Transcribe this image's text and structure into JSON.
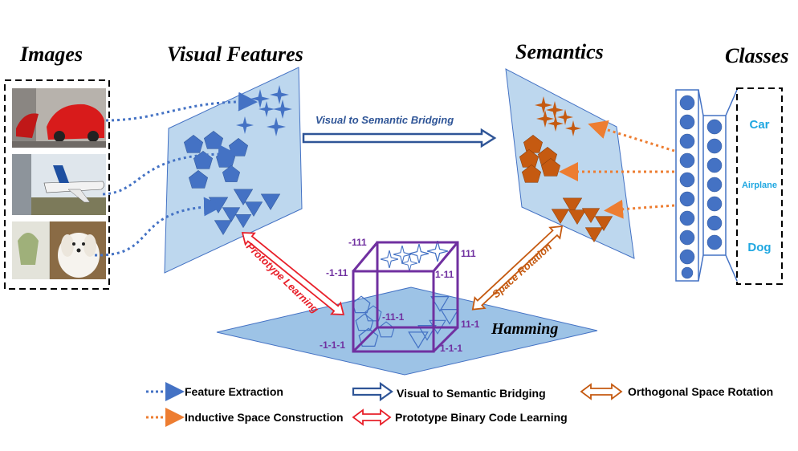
{
  "sections": {
    "images": "Images",
    "visual_features": "Visual Features",
    "semantics": "Semantics",
    "classes": "Classes",
    "hamming": "Hamming"
  },
  "class_labels": [
    "Car",
    "Airplane",
    "Dog"
  ],
  "arrows": {
    "bridge": "Visual to Semantic Bridging",
    "prototype": "Prototype Learning",
    "rotation": "Space Rotation"
  },
  "cube_codes": {
    "neg111": "-111",
    "pos111": "111",
    "neg1neg11": "-1-11",
    "pos1neg11": "1-11",
    "neg11neg1": "-11-1",
    "pos11neg1": "11-1",
    "neg1neg1neg1": "-1-1-1",
    "pos1neg1neg1": "1-1-1"
  },
  "legend": {
    "feature_extraction": "Feature Extraction",
    "inductive": "Inductive Space Construction",
    "bridging": "Visual to Semantic Bridging",
    "prototype_code": "Prototype Binary Code Learning",
    "orthogonal": "Orthogonal Space Rotation"
  },
  "colors": {
    "blue_shape": "#4472c4",
    "orange_shape": "#c55a11",
    "plane_fill": "#bdd7ee",
    "cube": "#7030a0",
    "red_arrow": "#e8202a",
    "orange_arrow": "#c55a11",
    "dotted_blue": "#4472c4",
    "dotted_orange": "#ed7d31",
    "class_text": "#1fa7e1"
  }
}
